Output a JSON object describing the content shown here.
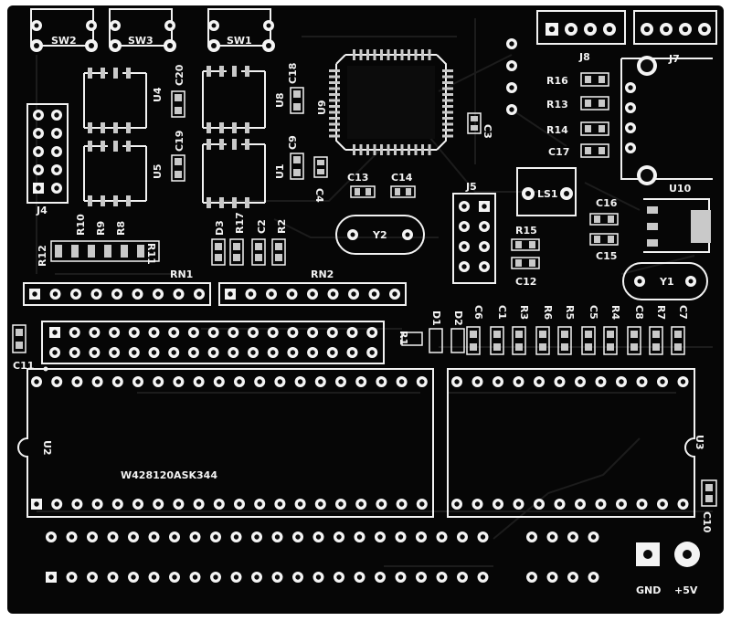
{
  "board": {
    "colors": {
      "substrate": "#060606",
      "trace": "#1b1b1b",
      "silkscreen": "#f2f2f2",
      "pad": "#f4f4f4",
      "pad_hole": "#0a0a0a",
      "copper_pad": "#c9c9c9"
    },
    "labels": {
      "sw2": "SW2",
      "sw3": "SW3",
      "sw1": "SW1",
      "u4": "U4",
      "u5": "U5",
      "u8": "U8",
      "u1": "U1",
      "u9": "U9",
      "c20": "C20",
      "c19": "C19",
      "c18": "C18",
      "c9": "C9",
      "c3": "C3",
      "c4": "C4",
      "c13": "C13",
      "c14": "C14",
      "j4": "J4",
      "j5": "J5",
      "j7": "J7",
      "j8": "J8",
      "r16": "R16",
      "r13": "R13",
      "r14": "R14",
      "c17": "C17",
      "ls1": "LS1",
      "u10": "U10",
      "c16": "C16",
      "c15": "C15",
      "y1": "Y1",
      "y2": "Y2",
      "r15": "R15",
      "c12": "C12",
      "r10": "R10",
      "r9": "R9",
      "r8": "R8",
      "r12": "R12",
      "r11": "R11",
      "d3": "D3",
      "r17": "R17",
      "c2": "C2",
      "r2": "R2",
      "rn1": "RN1",
      "rn2": "RN2",
      "c11": "C11",
      "r1": "R1",
      "d1": "D1",
      "d2": "D2",
      "c6": "C6",
      "c1": "C1",
      "r3": "R3",
      "r6": "R6",
      "r5": "R5",
      "c5": "C5",
      "r4": "R4",
      "c8": "C8",
      "r7": "R7",
      "c7": "C7",
      "u2": "U2",
      "u3": "U3",
      "c10": "C10",
      "chip_marking": "W428120ASK344",
      "gnd": "GND",
      "plus5v": "+5V"
    }
  }
}
